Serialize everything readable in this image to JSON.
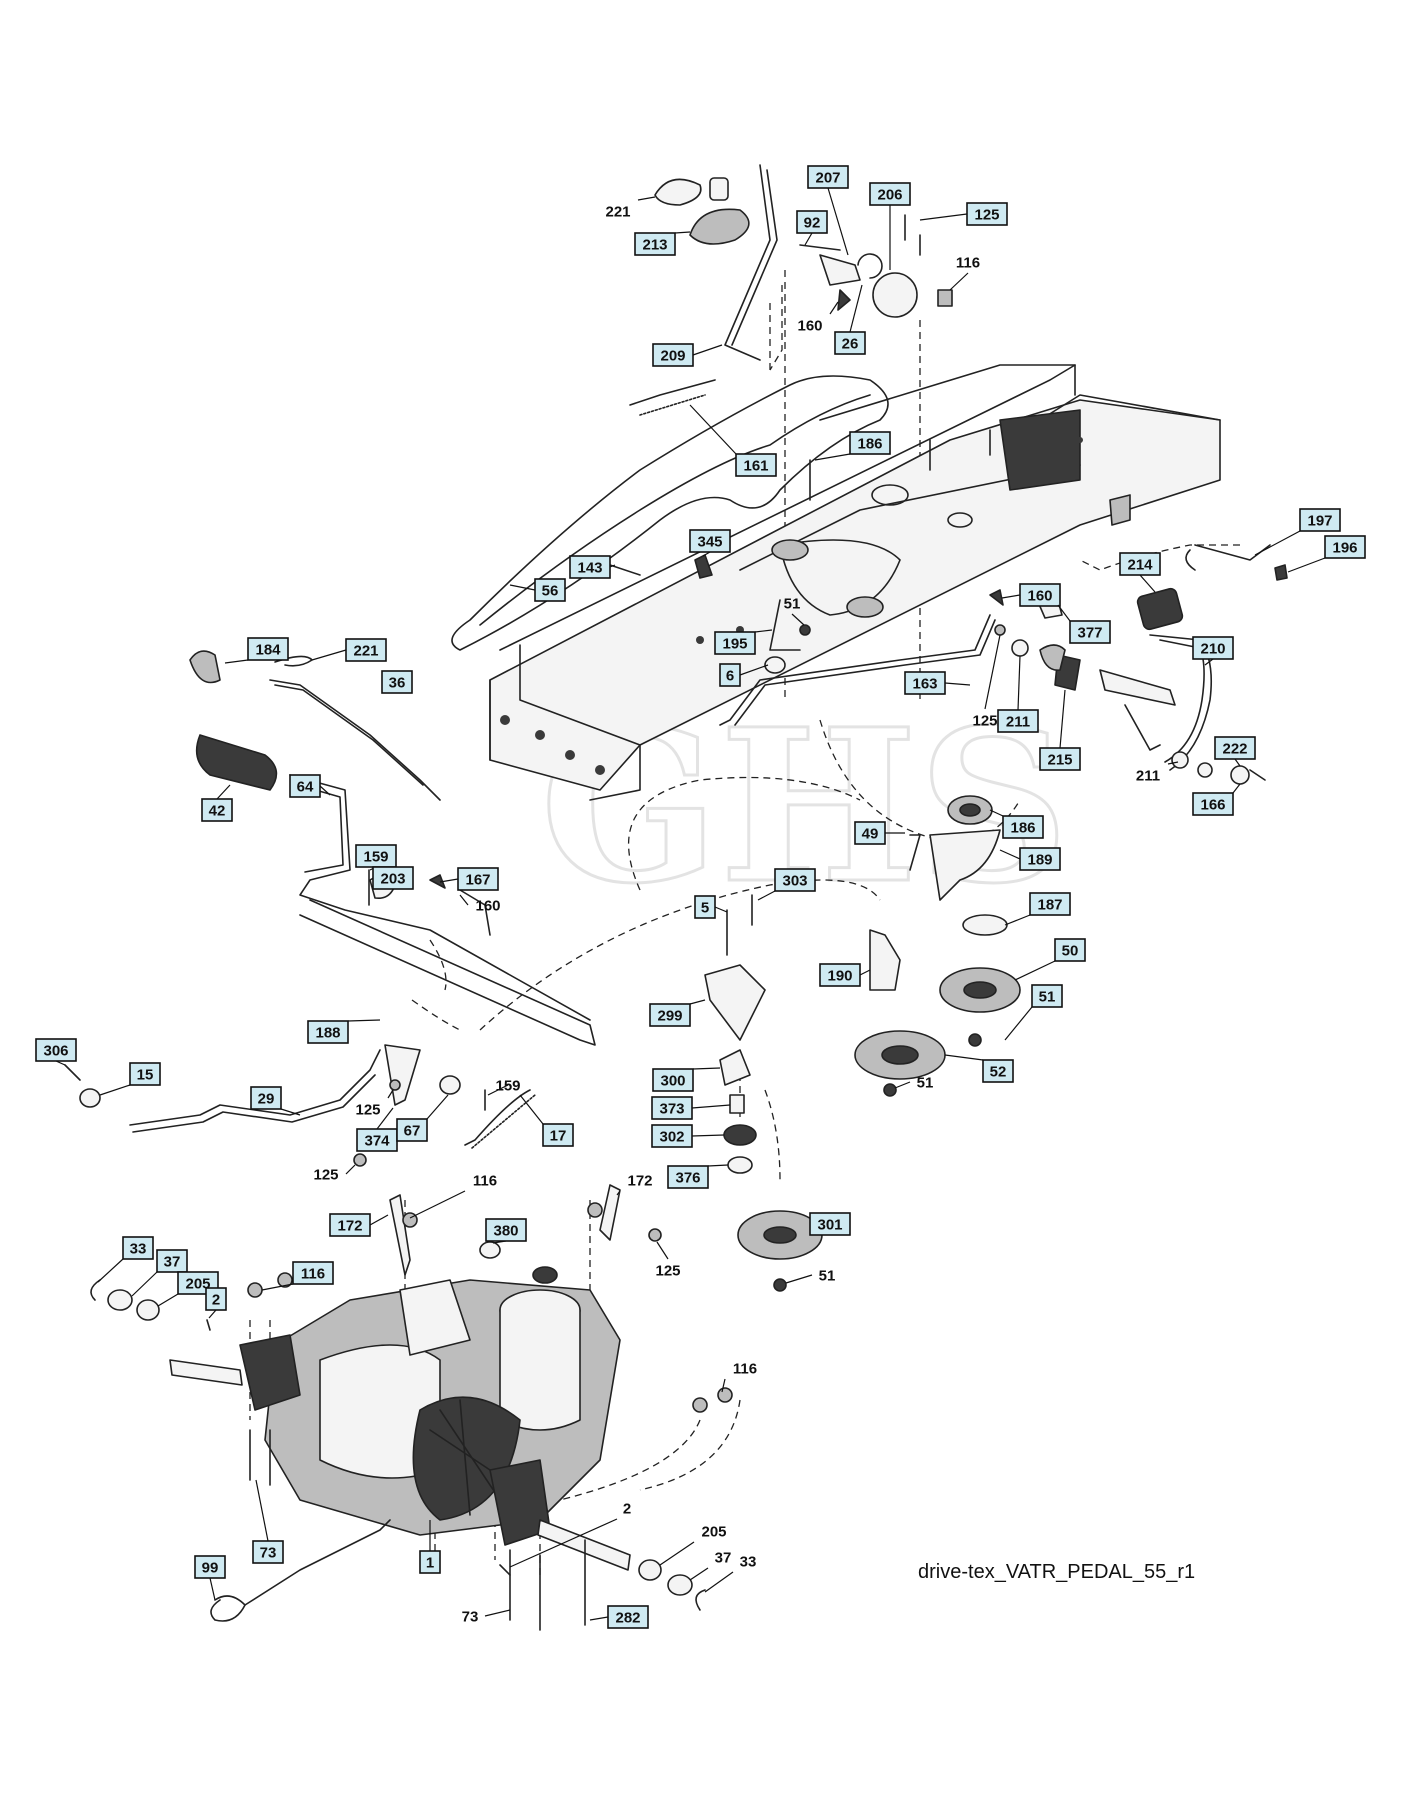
{
  "diagram": {
    "caption": "drive-tex_VATR_PEDAL_55_r1",
    "watermark": "GHS",
    "callouts": [
      {
        "id": "c221a",
        "text": "221",
        "boxed": false
      },
      {
        "id": "c213",
        "text": "213",
        "boxed": true
      },
      {
        "id": "c209",
        "text": "209",
        "boxed": true
      },
      {
        "id": "c207",
        "text": "207",
        "boxed": true
      },
      {
        "id": "c92",
        "text": "92",
        "boxed": true
      },
      {
        "id": "c206",
        "text": "206",
        "boxed": true
      },
      {
        "id": "c125a",
        "text": "125",
        "boxed": true
      },
      {
        "id": "c116a",
        "text": "116",
        "boxed": false
      },
      {
        "id": "c160a",
        "text": "160",
        "boxed": false
      },
      {
        "id": "c26",
        "text": "26",
        "boxed": true
      },
      {
        "id": "c186a",
        "text": "186",
        "boxed": true
      },
      {
        "id": "c161",
        "text": "161",
        "boxed": true
      },
      {
        "id": "c345",
        "text": "345",
        "boxed": true
      },
      {
        "id": "c143",
        "text": "143",
        "boxed": true
      },
      {
        "id": "c56",
        "text": "56",
        "boxed": true
      },
      {
        "id": "c51a",
        "text": "51",
        "boxed": false
      },
      {
        "id": "c195",
        "text": "195",
        "boxed": true
      },
      {
        "id": "c6",
        "text": "6",
        "boxed": true
      },
      {
        "id": "c197",
        "text": "197",
        "boxed": true
      },
      {
        "id": "c196",
        "text": "196",
        "boxed": true
      },
      {
        "id": "c214",
        "text": "214",
        "boxed": true
      },
      {
        "id": "c160b",
        "text": "160",
        "boxed": true
      },
      {
        "id": "c377",
        "text": "377",
        "boxed": true
      },
      {
        "id": "c210",
        "text": "210",
        "boxed": true
      },
      {
        "id": "c163",
        "text": "163",
        "boxed": true
      },
      {
        "id": "c125b",
        "text": "125",
        "boxed": false
      },
      {
        "id": "c211a",
        "text": "211",
        "boxed": true
      },
      {
        "id": "c215",
        "text": "215",
        "boxed": true
      },
      {
        "id": "c211b",
        "text": "211",
        "boxed": false
      },
      {
        "id": "c222",
        "text": "222",
        "boxed": true
      },
      {
        "id": "c166",
        "text": "166",
        "boxed": true
      },
      {
        "id": "c184",
        "text": "184",
        "boxed": true
      },
      {
        "id": "c221b",
        "text": "221",
        "boxed": true
      },
      {
        "id": "c36",
        "text": "36",
        "boxed": true
      },
      {
        "id": "c42",
        "text": "42",
        "boxed": true
      },
      {
        "id": "c64",
        "text": "64",
        "boxed": true
      },
      {
        "id": "c159a",
        "text": "159",
        "boxed": true
      },
      {
        "id": "c203",
        "text": "203",
        "boxed": true
      },
      {
        "id": "c167",
        "text": "167",
        "boxed": true
      },
      {
        "id": "c160c",
        "text": "160",
        "boxed": false
      },
      {
        "id": "c188",
        "text": "188",
        "boxed": true
      },
      {
        "id": "c186b",
        "text": "186",
        "boxed": true
      },
      {
        "id": "c49",
        "text": "49",
        "boxed": true
      },
      {
        "id": "c189",
        "text": "189",
        "boxed": true
      },
      {
        "id": "c303",
        "text": "303",
        "boxed": true
      },
      {
        "id": "c5",
        "text": "5",
        "boxed": true
      },
      {
        "id": "c187",
        "text": "187",
        "boxed": true
      },
      {
        "id": "c50",
        "text": "50",
        "boxed": true
      },
      {
        "id": "c190",
        "text": "190",
        "boxed": true
      },
      {
        "id": "c51b",
        "text": "51",
        "boxed": true
      },
      {
        "id": "c299",
        "text": "299",
        "boxed": true
      },
      {
        "id": "c52",
        "text": "52",
        "boxed": true
      },
      {
        "id": "c51c",
        "text": "51",
        "boxed": false
      },
      {
        "id": "c306",
        "text": "306",
        "boxed": true
      },
      {
        "id": "c15",
        "text": "15",
        "boxed": true
      },
      {
        "id": "c29",
        "text": "29",
        "boxed": true
      },
      {
        "id": "c125c",
        "text": "125",
        "boxed": false
      },
      {
        "id": "c374",
        "text": "374",
        "boxed": true
      },
      {
        "id": "c67",
        "text": "67",
        "boxed": true
      },
      {
        "id": "c159b",
        "text": "159",
        "boxed": false
      },
      {
        "id": "c17",
        "text": "17",
        "boxed": true
      },
      {
        "id": "c300",
        "text": "300",
        "boxed": true
      },
      {
        "id": "c373",
        "text": "373",
        "boxed": true
      },
      {
        "id": "c302",
        "text": "302",
        "boxed": true
      },
      {
        "id": "c376",
        "text": "376",
        "boxed": true
      },
      {
        "id": "c125d",
        "text": "125",
        "boxed": false
      },
      {
        "id": "c116b",
        "text": "116",
        "boxed": false
      },
      {
        "id": "c172a",
        "text": "172",
        "boxed": false
      },
      {
        "id": "c172b",
        "text": "172",
        "boxed": true
      },
      {
        "id": "c125e",
        "text": "125",
        "boxed": false
      },
      {
        "id": "c301",
        "text": "301",
        "boxed": true
      },
      {
        "id": "c51d",
        "text": "51",
        "boxed": false
      },
      {
        "id": "c380",
        "text": "380",
        "boxed": true
      },
      {
        "id": "c33a",
        "text": "33",
        "boxed": true
      },
      {
        "id": "c37a",
        "text": "37",
        "boxed": true
      },
      {
        "id": "c205a",
        "text": "205",
        "boxed": true
      },
      {
        "id": "c2a",
        "text": "2",
        "boxed": true
      },
      {
        "id": "c116c",
        "text": "116",
        "boxed": true
      },
      {
        "id": "c116d",
        "text": "116",
        "boxed": false
      },
      {
        "id": "c73a",
        "text": "73",
        "boxed": true
      },
      {
        "id": "c99",
        "text": "99",
        "boxed": true
      },
      {
        "id": "c1",
        "text": "1",
        "boxed": true
      },
      {
        "id": "c2b",
        "text": "2",
        "boxed": false
      },
      {
        "id": "c205b",
        "text": "205",
        "boxed": false
      },
      {
        "id": "c37b",
        "text": "37",
        "boxed": false
      },
      {
        "id": "c33b",
        "text": "33",
        "boxed": false
      },
      {
        "id": "c73b",
        "text": "73",
        "boxed": false
      },
      {
        "id": "c282",
        "text": "282",
        "boxed": true
      }
    ]
  }
}
